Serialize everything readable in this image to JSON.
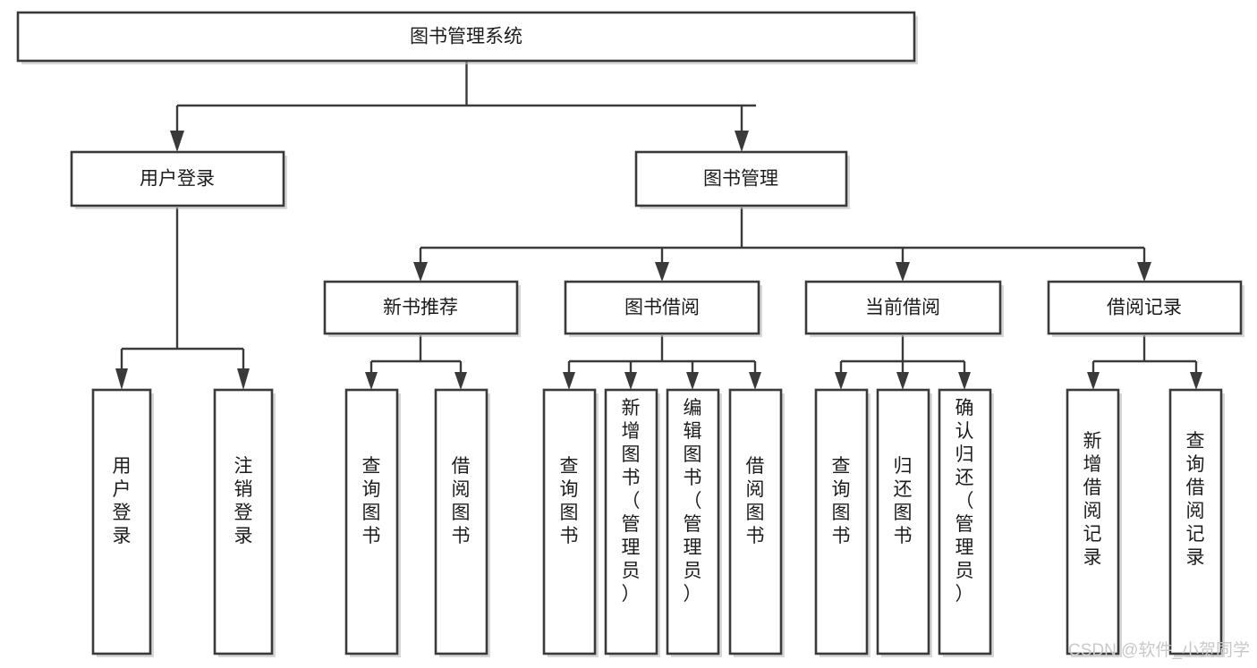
{
  "diagram": {
    "title": "图书管理系统",
    "type": "hierarchy-tree",
    "orientation": "top-down",
    "levels": 4,
    "root": {
      "id": "root",
      "label": "图书管理系统",
      "text_direction": "horizontal"
    },
    "level2": [
      {
        "id": "user-login",
        "label": "用户登录",
        "text_direction": "horizontal"
      },
      {
        "id": "book-manage",
        "label": "图书管理",
        "text_direction": "horizontal"
      }
    ],
    "level3": [
      {
        "id": "new-book-rec",
        "label": "新书推荐",
        "parent": "book-manage",
        "text_direction": "horizontal"
      },
      {
        "id": "book-borrow",
        "label": "图书借阅",
        "parent": "book-manage",
        "text_direction": "horizontal"
      },
      {
        "id": "current-borrow",
        "label": "当前借阅",
        "parent": "book-manage",
        "text_direction": "horizontal"
      },
      {
        "id": "borrow-record",
        "label": "借阅记录",
        "parent": "book-manage",
        "text_direction": "horizontal"
      }
    ],
    "leaves": [
      {
        "id": "leaf-user-login",
        "label": "用户登录",
        "parent": "user-login",
        "text_direction": "vertical"
      },
      {
        "id": "leaf-user-logout",
        "label": "注销登录",
        "parent": "user-login",
        "text_direction": "vertical"
      },
      {
        "id": "leaf-query-book-rec",
        "label": "查询图书",
        "parent": "new-book-rec",
        "text_direction": "vertical"
      },
      {
        "id": "leaf-borrow-book-rec",
        "label": "借阅图书",
        "parent": "new-book-rec",
        "text_direction": "vertical"
      },
      {
        "id": "leaf-query-book-borrow",
        "label": "查询图书",
        "parent": "book-borrow",
        "text_direction": "vertical"
      },
      {
        "id": "leaf-add-book",
        "label": "新增图书（管理员）",
        "parent": "book-borrow",
        "text_direction": "vertical"
      },
      {
        "id": "leaf-edit-book",
        "label": "编辑图书（管理员）",
        "parent": "book-borrow",
        "text_direction": "vertical"
      },
      {
        "id": "leaf-borrow-book",
        "label": "借阅图书",
        "parent": "book-borrow",
        "text_direction": "vertical"
      },
      {
        "id": "leaf-query-book-cur",
        "label": "查询图书",
        "parent": "current-borrow",
        "text_direction": "vertical"
      },
      {
        "id": "leaf-return-book",
        "label": "归还图书",
        "parent": "current-borrow",
        "text_direction": "vertical"
      },
      {
        "id": "leaf-confirm-return",
        "label": "确认归还（管理员）",
        "parent": "current-borrow",
        "text_direction": "vertical"
      },
      {
        "id": "leaf-add-record",
        "label": "新增借阅记录",
        "parent": "borrow-record",
        "text_direction": "vertical"
      },
      {
        "id": "leaf-query-record",
        "label": "查询借阅记录",
        "parent": "borrow-record",
        "text_direction": "vertical"
      }
    ],
    "colors": {
      "box_fill": "#ffffff",
      "box_stroke": "#3a3a3a",
      "connector": "#3a3a3a",
      "text": "#1c1c1c",
      "background": "#ffffff",
      "watermark": "#c9c9c9"
    }
  },
  "watermark": {
    "label": "CSDN @软件_小贺同学"
  }
}
